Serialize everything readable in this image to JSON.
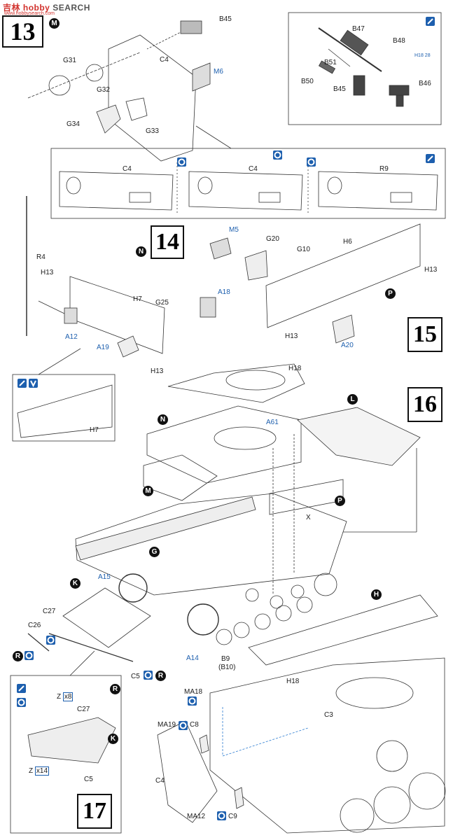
{
  "watermark": {
    "brand_a": "hobby",
    "brand_b": "SEARCH",
    "brand_cn": "吉林",
    "site": "www.hobbysearch.com"
  },
  "steps": {
    "s13": "13",
    "s14": "14",
    "s15": "15",
    "s16": "16",
    "s17": "17"
  },
  "markers": {
    "M": "M",
    "N": "N",
    "P": "P",
    "L": "L",
    "G": "G",
    "K": "K",
    "H": "H",
    "R": "R"
  },
  "labels": {
    "B45": "B45",
    "B47": "B47",
    "B48": "B48",
    "B51": "B51",
    "B50": "B50",
    "B45b": "B45",
    "B46": "B46",
    "ref_h18": "H18",
    "ref_28": "28",
    "G31": "G31",
    "G32": "G32",
    "C4": "C4",
    "M6": "M6",
    "G34": "G34",
    "G33": "G33",
    "C4_a": "C4",
    "C4_b": "C4",
    "R9": "R9",
    "M5": "M5",
    "G20": "G20",
    "G10": "G10",
    "H6": "H6",
    "H13_r": "H13",
    "H13_m": "H13",
    "A20": "A20",
    "R4": "R4",
    "H13_l": "H13",
    "H7": "H7",
    "G25": "G25",
    "A18": "A18",
    "A12": "A12",
    "A19": "A19",
    "H13_b": "H13",
    "H7_detail": "H7",
    "H18": "H18",
    "A61": "A61",
    "X": "X",
    "A15": "A15",
    "A14": "A14",
    "C27": "C27",
    "C26": "C26",
    "C5": "C5",
    "B9": "B9",
    "B10": "(B10)",
    "MA18": "MA18",
    "MA19": "MA19",
    "C8": "C8",
    "C3": "C3",
    "C4_c": "C4",
    "MA12": "MA12",
    "C9": "C9",
    "H18_b": "H18",
    "Z1": "Z",
    "x8": "x8",
    "C27_b": "C27",
    "Z2": "Z",
    "x14": "x14",
    "C5_b": "C5"
  },
  "colors": {
    "accent_blue": "#1d5fae",
    "marker_black": "#111111",
    "line": "#333333"
  }
}
